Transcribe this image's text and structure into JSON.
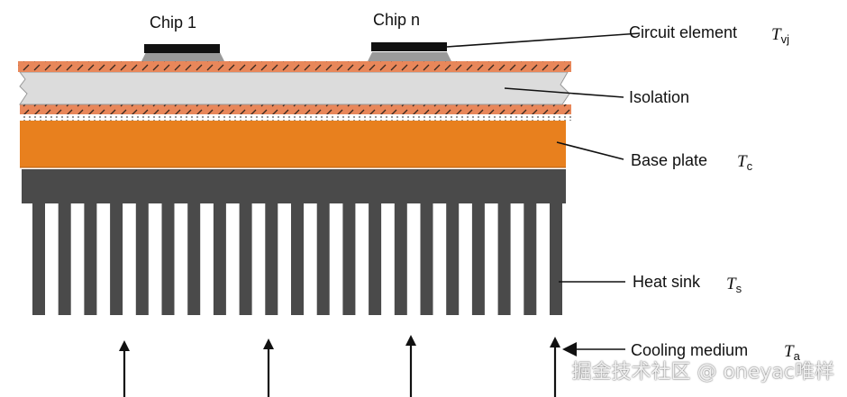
{
  "chips": [
    "Chip 1",
    "Chip n"
  ],
  "labels": {
    "circuit_element": "Circuit element",
    "isolation": "Isolation",
    "base_plate": "Base plate",
    "heat_sink": "Heat sink",
    "cooling_medium": "Cooling medium"
  },
  "symbols": {
    "t_vj": {
      "base": "T",
      "sub": "vj"
    },
    "t_c": {
      "base": "T",
      "sub": "c"
    },
    "t_s": {
      "base": "T",
      "sub": "s"
    },
    "t_a": {
      "base": "T",
      "sub": "a"
    }
  },
  "heat_sink_fin_count": 21,
  "airflow_arrow_count": 4,
  "colors": {
    "copper_layer": "#e8875a",
    "copper_hatch": "#3a2a20",
    "isolation": "#dcdcdc",
    "base_plate": "#e8801e",
    "heat_sink": "#4a4a4a",
    "chip": "#111111",
    "solder": "#9a9a9a"
  },
  "watermark": "掘金技术社区 @ oneyac唯样"
}
